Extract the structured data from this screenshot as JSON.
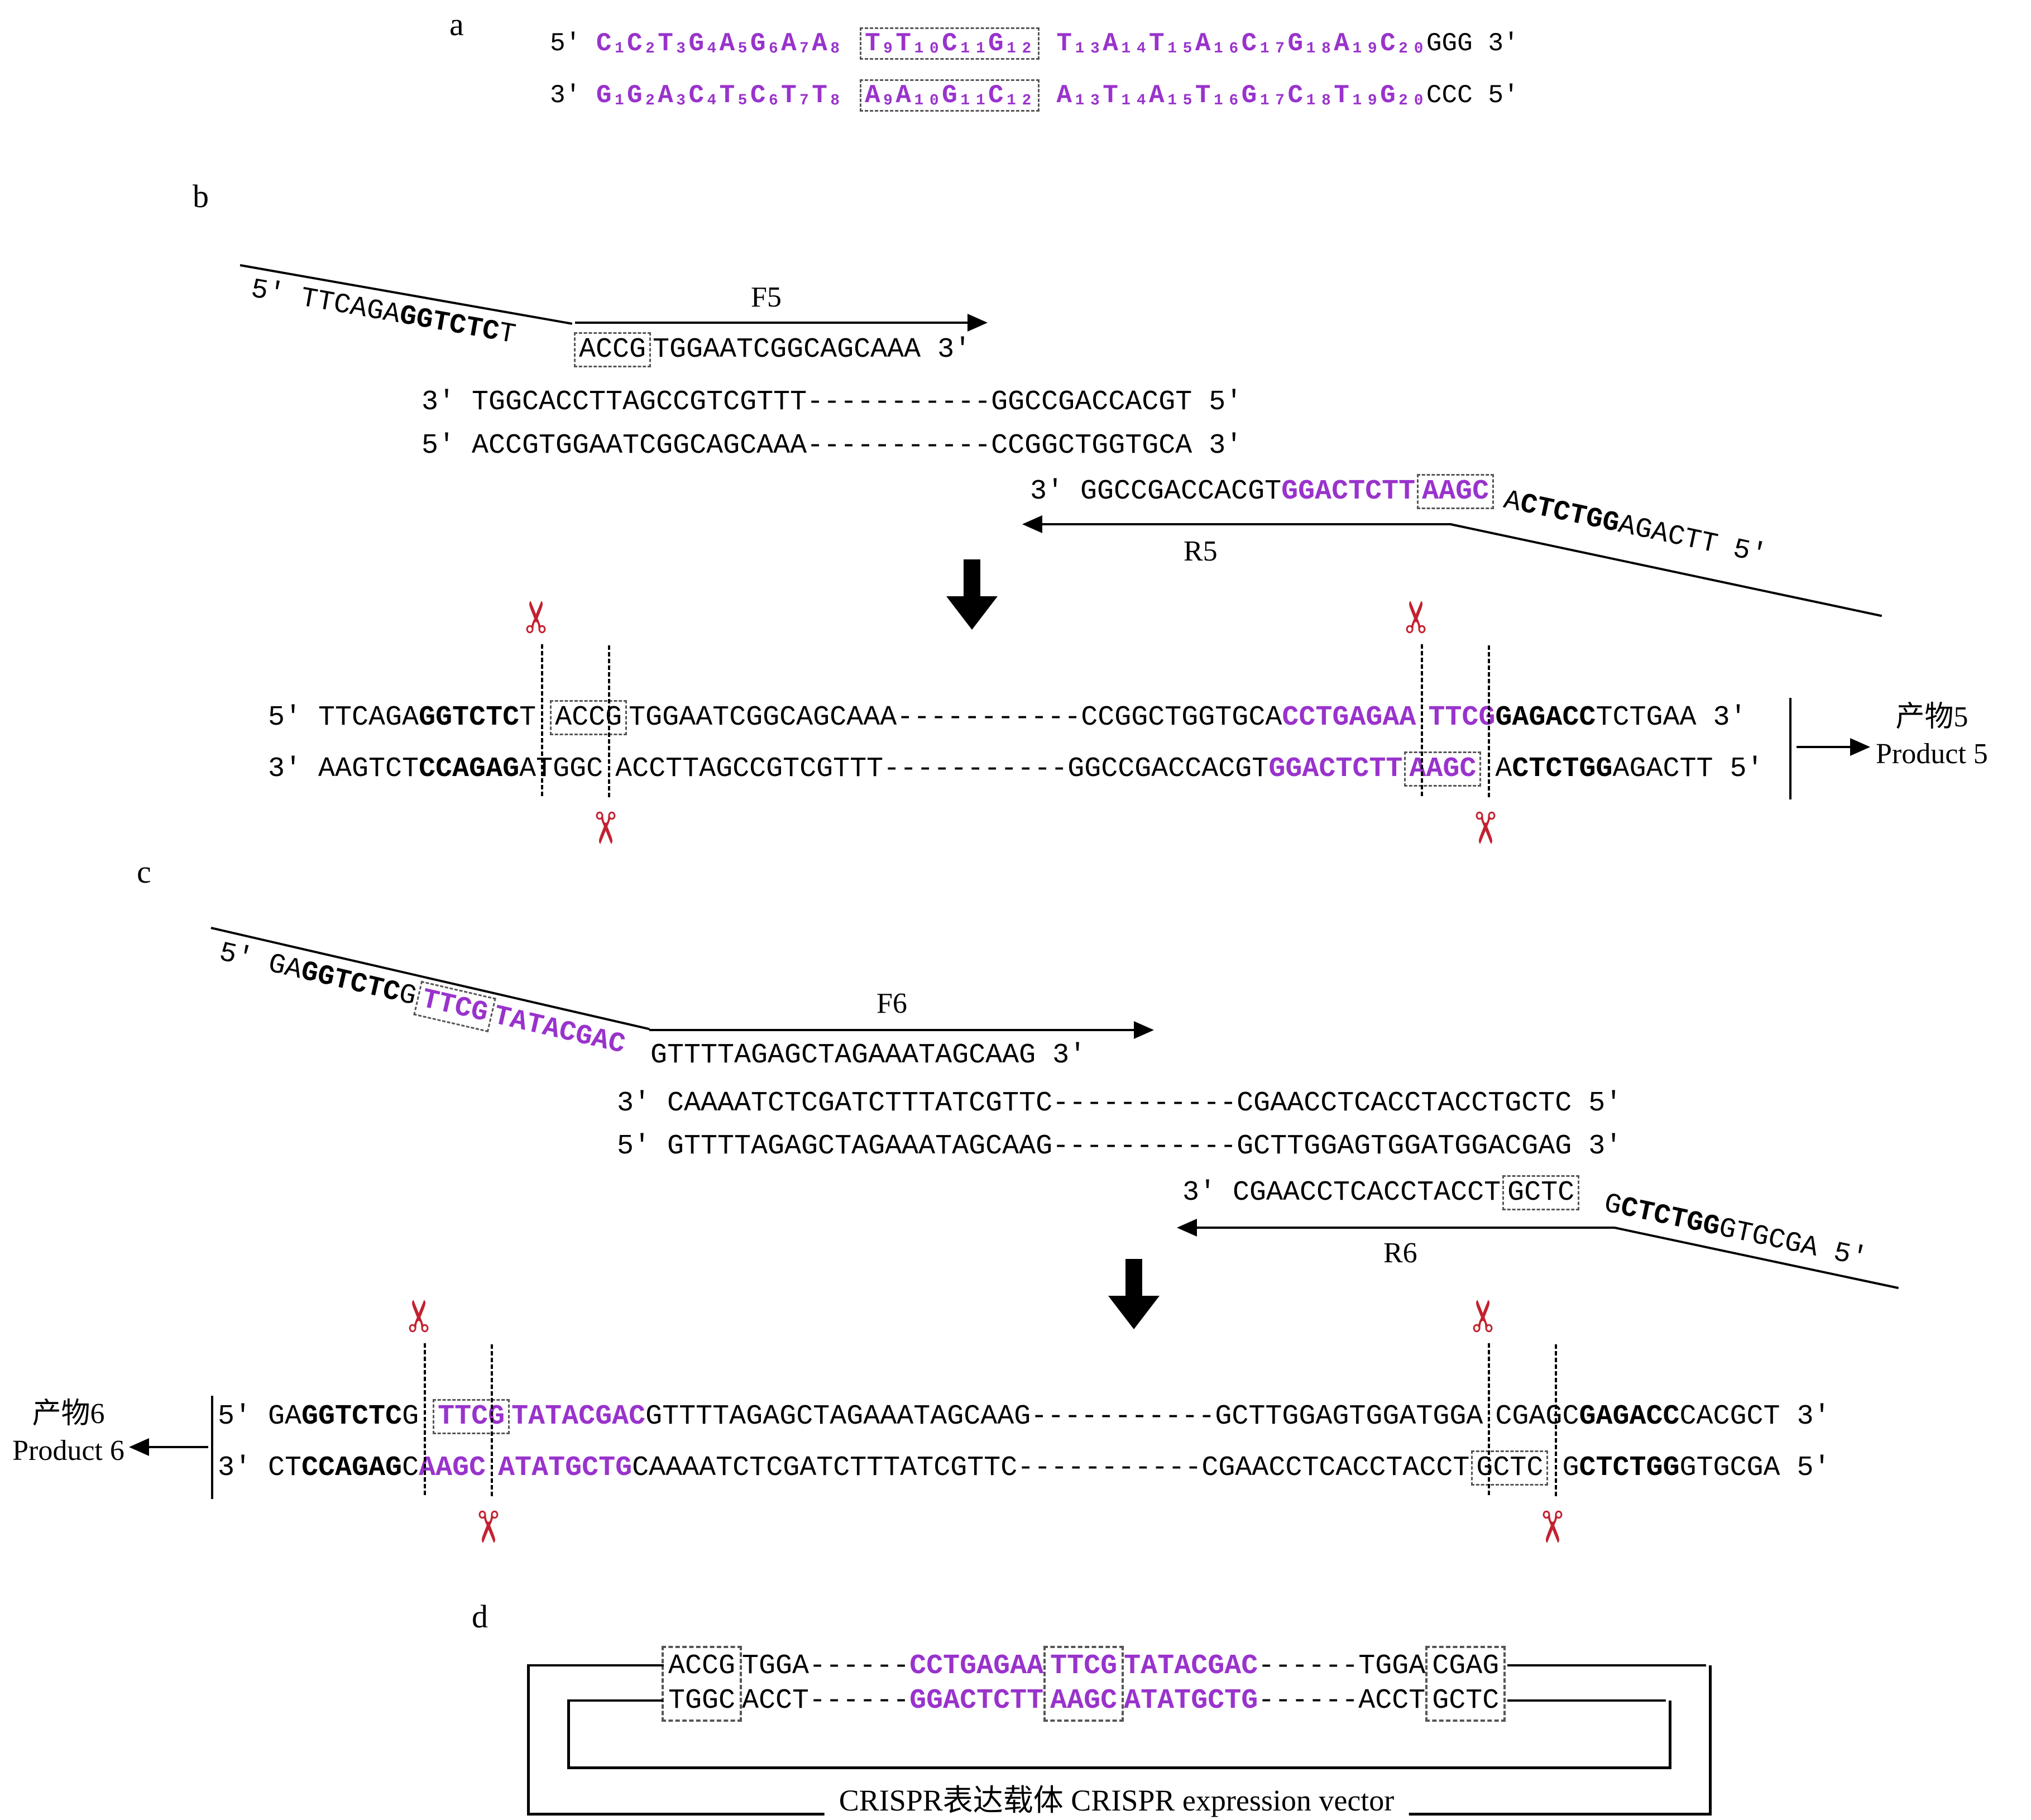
{
  "colors": {
    "accent_purple": "#9933CC",
    "scissors_red": "#C22230"
  },
  "icons": {
    "scissors": "✂"
  },
  "panel_a": {
    "label": "a",
    "top": {
      "p5": "5'",
      "seg1": "C₁C₂T₃G₄A₅G₆A₇A₈",
      "boxed": "T₉T₁₀C₁₁G₁₂",
      "seg2": "T₁₃A₁₄T₁₅A₁₆C₁₇G₁₈A₁₉C₂₀",
      "tail": "GGG",
      "p3": "3'"
    },
    "bottom": {
      "p3": "3'",
      "seg1": "G₁G₂A₃C₄T₅C₆T₇T₈",
      "boxed": "A₉A₁₀G₁₁C₁₂",
      "seg2": "A₁₃T₁₄A₁₅T₁₆G₁₇C₁₈T₁₉G₂₀",
      "tail": "CCC",
      "p5": "5'"
    }
  },
  "panel_b": {
    "label": "b",
    "f5": {
      "label": "F5",
      "tail_pre": "5' TTCAGA",
      "tail_bold": "GGTCTC",
      "tail_post": "T",
      "boxed": "ACCG",
      "seq": "TGGAATCGGCAGCAAA",
      "end": " 3'"
    },
    "mid_top": "3' TGGCACCTTAGCCGTCGTTT-----------GGCCGACCACGT  5'",
    "mid_bot": "5' ACCGTGGAATCGGCAGCAAA-----------CCGGCTGGTGCA 3'",
    "r5": {
      "label": "R5",
      "pre": "3' GGCCGACCACGT",
      "purple": "GGACTCTT",
      "boxed": "AAGC",
      "tail_pre": "A",
      "tail_bold": "CTCTGG",
      "tail_post": "AGACTT 5'"
    },
    "product5": {
      "name_cn": "产物5",
      "name_en": "Product 5",
      "top": {
        "s1": "5' TTCAGA",
        "b1": "GGTCTC",
        "s2": "T",
        "boxed": "ACCG",
        "s3": "TGGAATCGGCAGCAAA",
        "dashes": "-----------",
        "s4": "CCGGCTGGTGCA",
        "p1": "CCTGAGAA",
        "p2": "TTCG",
        "b2": "GAGACC",
        "s5": "TCTGAA",
        "end": " 3'"
      },
      "bottom": {
        "s1": "3' AAGTCT",
        "b1": "CCAGAG",
        "s2": "ATGGC",
        "s3": "ACCTTAGCCGTCGTTT",
        "dashes": "-----------",
        "s4": "GGCCGACCACGT",
        "p1": "GGACTCTT",
        "boxed": "AAGC",
        "s5": "A",
        "b2": "CTCTGG",
        "s6": "AGACTT",
        "end": " 5'"
      }
    }
  },
  "panel_c": {
    "label": "c",
    "f6": {
      "label": "F6",
      "tail_pre": "5' GA",
      "tail_bold": "GGTCTC",
      "tail_post": "G",
      "boxed": "TTCG",
      "purple": "TATACGAC",
      "seq": "GTTTTAGAGCTAGAAATAGCAAG",
      "end": " 3'"
    },
    "mid_top": "3' CAAAATCTCGATCTTTATCGTTC-----------CGAACCTCACCTACCTGCTC 5'",
    "mid_bot": "5' GTTTTAGAGCTAGAAATAGCAAG-----------GCTTGGAGTGGATGGACGAG 3'",
    "r6": {
      "label": "R6",
      "pre": "3' CGAACCTCACCTACCT",
      "boxed": "GCTC",
      "tail_pre": "G",
      "tail_bold": "CTCTGG",
      "tail_post": "GTGCGA 5'"
    },
    "product6": {
      "name_cn": "产物6",
      "name_en": "Product 6",
      "top": {
        "s1": "5' GA",
        "b1": "GGTCTC",
        "s2": "G",
        "boxed": "TTCG",
        "p1": "TATACGAC",
        "s3": "GTTTTAGAGCTAGAAATAGCAAG",
        "dashes": "-----------",
        "s4": "GCTTGGAGTGGATGGA",
        "s5": "CGAGC",
        "b2": "GAGACC",
        "s6": "CACGCT",
        "end": " 3'"
      },
      "bottom": {
        "s1": "3' CT",
        "b1": "CCAGAG",
        "s2": "C",
        "p1": "AAGC",
        "p2": "ATATGCTG",
        "s3": "CAAAATCTCGATCTTTATCGTTC",
        "dashes": "-----------",
        "s4": "CGAACCTCACCTACCT",
        "boxed": "GCTC",
        "s5": "G",
        "b2": "CTCTGG",
        "s6": "GTGCGA",
        "end": " 5'"
      }
    }
  },
  "panel_d": {
    "label": "d",
    "vector_label": "CRISPR表达载体 CRISPR expression vector",
    "duplex": {
      "left_box": {
        "top": "ACCG",
        "bottom": "TGGC"
      },
      "left": {
        "top": "TGGA",
        "bottom": "ACCT"
      },
      "dash1": {
        "top": "------",
        "bottom": "------"
      },
      "purple1": {
        "top": "CCTGAGAA",
        "bottom": "GGACTCTT"
      },
      "mid_box": {
        "top": "TTCG",
        "bottom": "AAGC"
      },
      "purple2": {
        "top": "TATACGAC",
        "bottom": "ATATGCTG"
      },
      "dash2": {
        "top": "------",
        "bottom": "------"
      },
      "right": {
        "top": "TGGA",
        "bottom": "ACCT"
      },
      "right_box": {
        "top": "CGAG",
        "bottom": "GCTC"
      }
    }
  }
}
